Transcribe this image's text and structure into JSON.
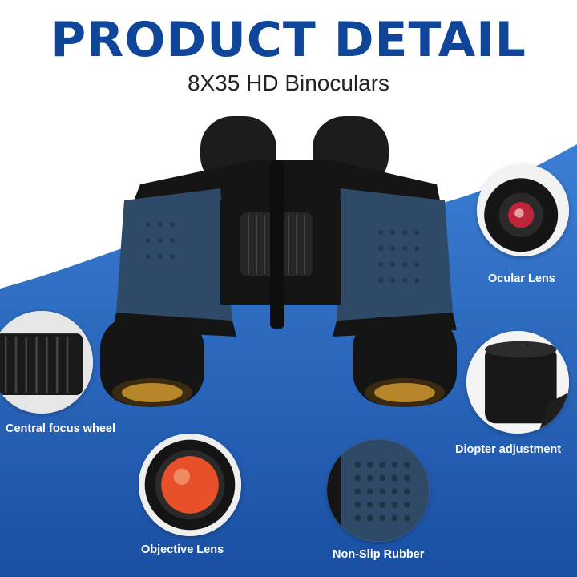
{
  "header": {
    "title": "PRODUCT DETAIL",
    "subtitle": "8X35 HD Binoculars"
  },
  "features": {
    "ocular": "Ocular Lens",
    "focus": "Central focus wheel",
    "diopter": "Diopter adjustment",
    "objective": "Objective Lens",
    "rubber": "Non-Slip Rubber"
  },
  "colors": {
    "title_blue": "#10469a",
    "background_blue": "#2060b8",
    "body_blue": "#2f4a66",
    "lens_orange": "#e8502a"
  }
}
